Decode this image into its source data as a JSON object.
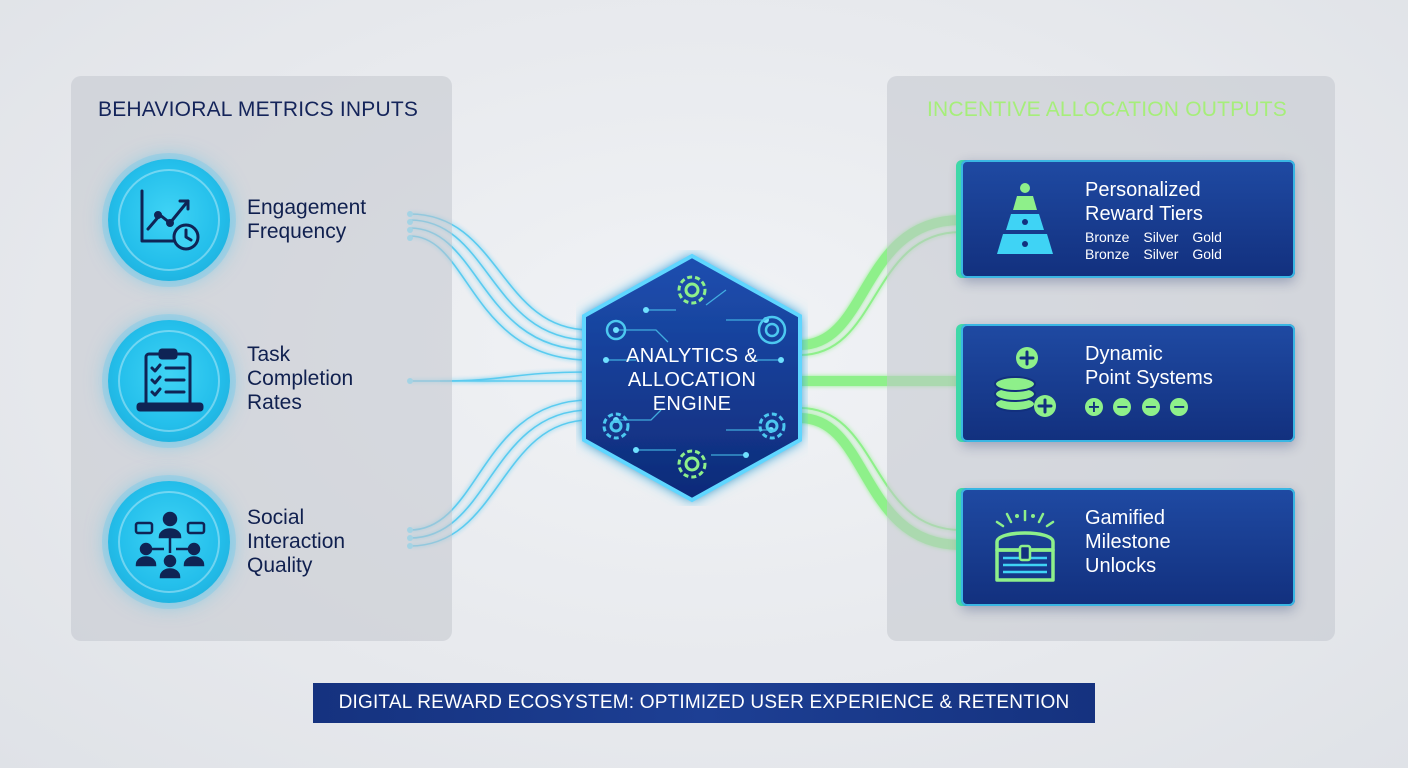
{
  "inputs": {
    "title": "BEHAVIORAL METRICS INPUTS",
    "items": [
      {
        "label_lines": [
          "Engagement",
          "Frequency"
        ],
        "icon": "trend-chart-clock-icon"
      },
      {
        "label_lines": [
          "Task",
          "Completion",
          "Rates"
        ],
        "icon": "clipboard-checklist-icon"
      },
      {
        "label_lines": [
          "Social",
          "Interaction",
          "Quality"
        ],
        "icon": "people-network-chat-icon"
      }
    ]
  },
  "engine": {
    "title_lines": [
      "ANALYTICS &",
      "ALLOCATION",
      "ENGINE"
    ]
  },
  "outputs": {
    "title": "INCENTIVE ALLOCATION OUTPUTS",
    "items": [
      {
        "title_lines": [
          "Personalized",
          "Reward Tiers"
        ],
        "tier_rows": [
          [
            "Bronze",
            "Silver",
            "Gold"
          ],
          [
            "Bronze",
            "Silver",
            "Gold"
          ]
        ],
        "icon": "tier-pyramid-icon"
      },
      {
        "title_lines": [
          "Dynamic",
          "Point Systems"
        ],
        "symbols": [
          "+",
          "−",
          "−",
          "−"
        ],
        "icon": "coin-stack-plus-icon"
      },
      {
        "title_lines": [
          "Gamified",
          "Milestone",
          "Unlocks"
        ],
        "icon": "treasure-chest-icon"
      }
    ]
  },
  "footer": {
    "text": "DIGITAL REWARD ECOSYSTEM: OPTIMIZED USER EXPERIENCE & RETENTION"
  },
  "colors": {
    "navy": "#14245a",
    "cyan": "#24bfeb",
    "green": "#8ef08a",
    "card_blue": "#1a3f94"
  }
}
